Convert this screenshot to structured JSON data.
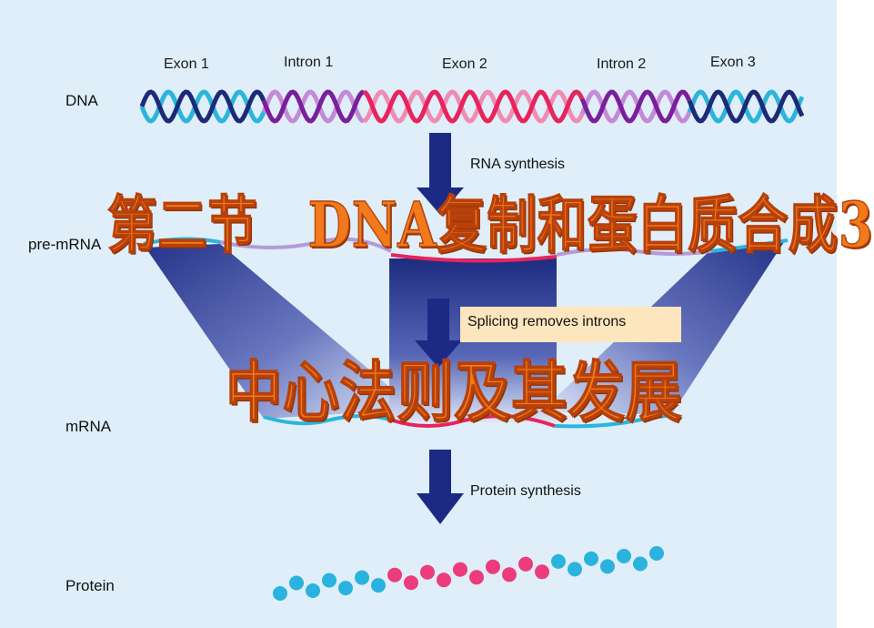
{
  "labels": {
    "exon1": "Exon 1",
    "intron1": "Intron 1",
    "exon2": "Exon 2",
    "intron2": "Intron 2",
    "exon3": "Exon 3",
    "dna": "DNA",
    "pre_mrna": "pre-mRNA",
    "mrna": "mRNA",
    "protein": "Protein"
  },
  "steps": {
    "rna_synthesis": "RNA synthesis",
    "splicing": "Splicing removes introns",
    "protein_synthesis": "Protein synthesis"
  },
  "overlay": {
    "title_line1": "第二节　DNA复制和蛋白质合成3",
    "title_line2": "中心法则及其发展"
  },
  "colors": {
    "background": "#dfeef8",
    "exon_dark": "#1c2a78",
    "exon_light": "#2bb5dc",
    "exon2_dark": "#e8245c",
    "exon2_light": "#f08cb2",
    "intron_dark": "#7a1f9c",
    "intron_light": "#c48ad8",
    "arrow": "#1c2a86",
    "splice_box": "#fde6bd",
    "title_text": "#f07a1c",
    "protein_cyan": "#2ab3de",
    "protein_pink": "#ec3c7c"
  }
}
